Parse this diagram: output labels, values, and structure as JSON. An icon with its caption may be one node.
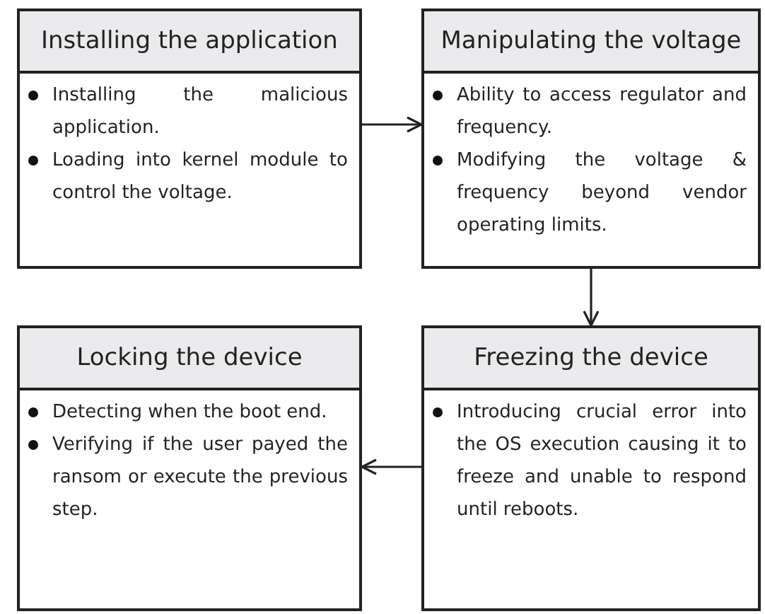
{
  "diagram": {
    "nodes": [
      {
        "text": [
          "Installing the application",
          "Installing the malicious application.",
          "Loading into kernel module to control the voltage."
        ]
      },
      {
        "text": [
          "Manipulating the voltage",
          "Ability to access regulator and frequency.",
          "Modifying the voltage & frequency beyond vendor operating limits."
        ]
      },
      {
        "text": [
          "Locking the device",
          "Detecting when the boot end.",
          "Verifying if the user payed the ransom or execute the previous step."
        ]
      },
      {
        "text": [
          "Freezing the device",
          "Introducing crucial error into the OS execution causing it to freeze and unable to respond until reboots."
        ]
      }
    ],
    "edges": [
      {
        "from": 0,
        "to": 1,
        "arrow": "to"
      },
      {
        "from": 1,
        "to": 3,
        "arrow": "to"
      },
      {
        "from": 3,
        "to": 2,
        "arrow": "to"
      }
    ]
  }
}
